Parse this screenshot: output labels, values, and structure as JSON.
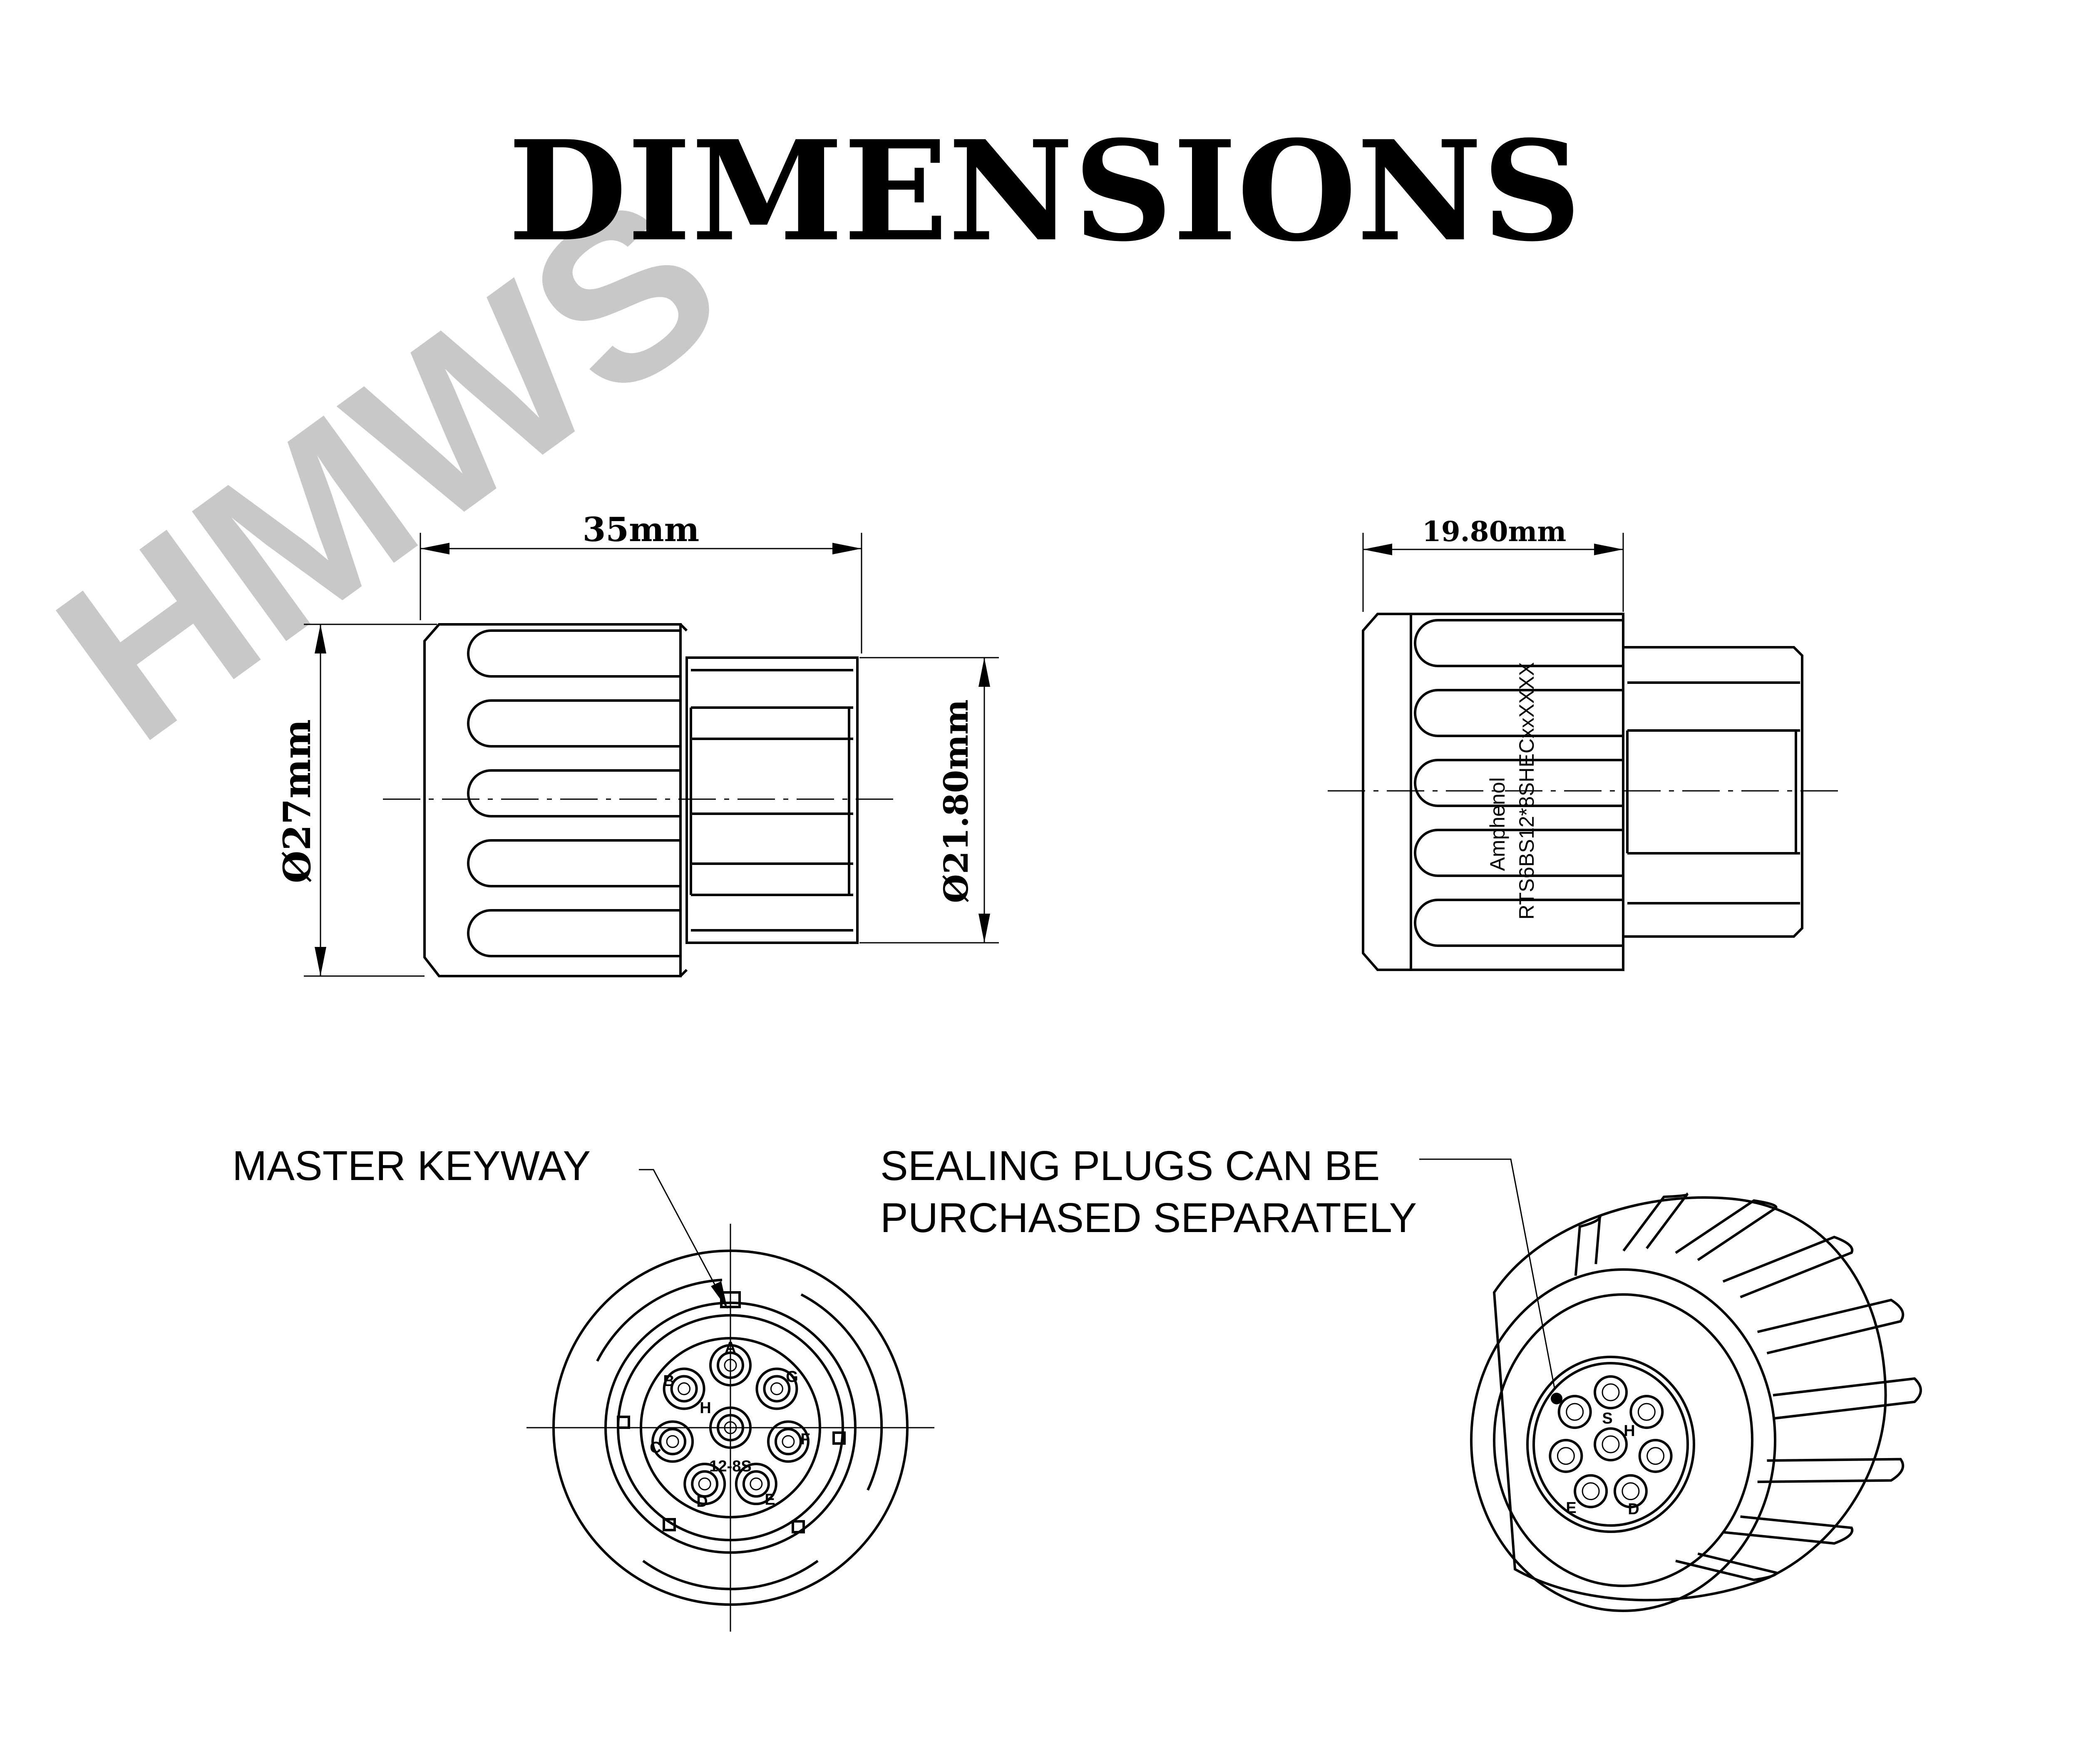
{
  "title": "DIMENSIONS",
  "watermark": "HMWS",
  "side_view": {
    "length": "35mm",
    "large_diameter": "Ø27mm",
    "small_diameter": "Ø21.80mm"
  },
  "end_view": {
    "length": "19.80mm",
    "label_line1": "Amphenol",
    "label_line2": "RTS6BS12*8SHECxxXXXX"
  },
  "front_view": {
    "callout": "MASTER KEYWAY",
    "insert_code": "12-8S",
    "pins": [
      "A",
      "B",
      "C",
      "D",
      "E",
      "F",
      "G",
      "H"
    ]
  },
  "iso_view": {
    "callout_line1": "SEALING PLUGS CAN BE",
    "callout_line2": "PURCHASED SEPARATELY",
    "pins": [
      "S",
      "H",
      "D",
      "E"
    ]
  }
}
